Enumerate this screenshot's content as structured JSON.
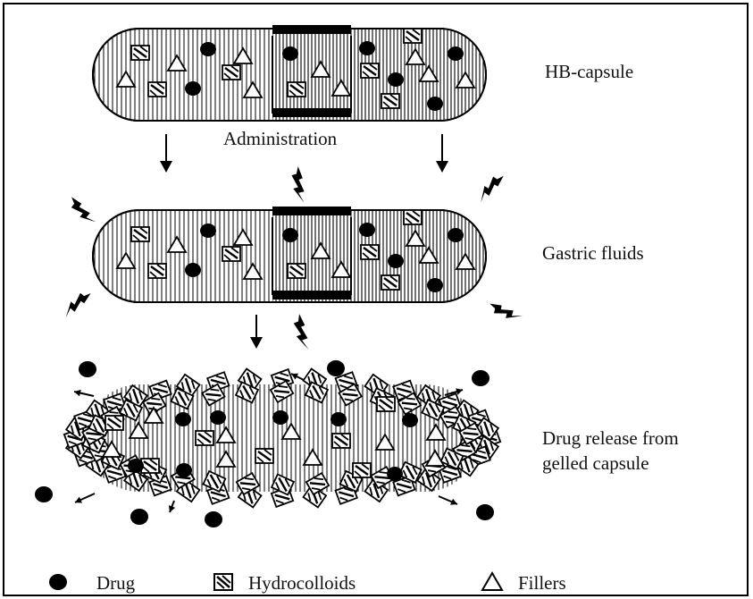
{
  "stages": {
    "stage1": {
      "label": "HB-capsule"
    },
    "administration": {
      "label": "Administration"
    },
    "stage2": {
      "label": "Gastric fluids"
    },
    "stage3": {
      "label_line1": "Drug release from",
      "label_line2": "gelled capsule"
    }
  },
  "legend": {
    "drug": "Drug",
    "hydrocolloids": "Hydrocolloids",
    "fillers": "Fillers"
  },
  "colors": {
    "ink": "#111111",
    "background": "#ffffff"
  }
}
